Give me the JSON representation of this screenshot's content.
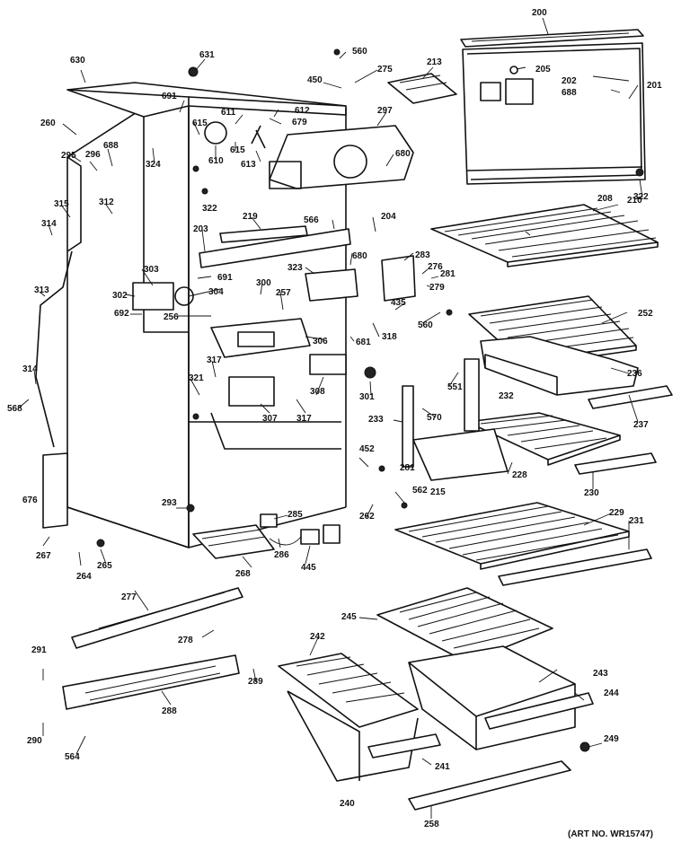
{
  "art_no": "(ART NO. WR15747)",
  "callouts": {
    "c200": "200",
    "c201": "201",
    "c202": "202",
    "c203": "203",
    "c204": "204",
    "c205": "205",
    "c208": "208",
    "c210": "210",
    "c215": "215",
    "c219": "219",
    "c228": "228",
    "c229": "229",
    "c230": "230",
    "c231": "231",
    "c232": "232",
    "c233": "233",
    "c236": "236",
    "c237": "237",
    "c240": "240",
    "c241": "241",
    "c242": "242",
    "c243": "243",
    "c244": "244",
    "c245": "245",
    "c249": "249",
    "c252": "252",
    "c256": "256",
    "c257": "257",
    "c258": "258",
    "c260": "260",
    "c262": "262",
    "c264": "264",
    "c265": "265",
    "c267": "267",
    "c268": "268",
    "c275": "275",
    "c276": "276",
    "c277": "277",
    "c278": "278",
    "c279": "279",
    "c281a": "281",
    "c281b": "281",
    "c283": "283",
    "c285": "285",
    "c286": "286",
    "c288": "288",
    "c289": "289",
    "c290": "290",
    "c291": "291",
    "c293": "293",
    "c295": "295",
    "c296": "296",
    "c297": "297",
    "c300": "300",
    "c301": "301",
    "c302": "302",
    "c303": "303",
    "c304": "304",
    "c306": "306",
    "c307": "307",
    "c308": "308",
    "c312": "312",
    "c313": "313",
    "c314a": "314",
    "c314b": "314",
    "c315": "315",
    "c317a": "317",
    "c317b": "317",
    "c318": "318",
    "c321": "321",
    "c322a": "322",
    "c322b": "322",
    "c323": "323",
    "c324": "324",
    "c435": "435",
    "c445": "445",
    "c450": "450",
    "c452": "452",
    "c551": "551",
    "c560a": "560",
    "c560b": "560",
    "c562": "562",
    "c564": "564",
    "c566": "566",
    "c568": "568",
    "c570": "570",
    "c610": "610",
    "c611": "611",
    "c612": "612",
    "c613": "613",
    "c615a": "615",
    "c615b": "615",
    "c630": "630",
    "c631": "631",
    "c676": "676",
    "c679": "679",
    "c680a": "680",
    "c680b": "680",
    "c681": "681",
    "c688a": "688",
    "c688b": "688",
    "c691a": "691",
    "c691b": "691",
    "c692": "692",
    "c213": "213"
  }
}
